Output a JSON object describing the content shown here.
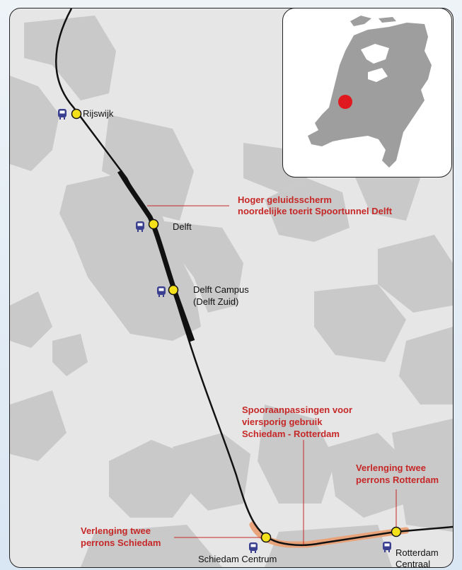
{
  "stations": [
    {
      "name": "Rijswijk"
    },
    {
      "name": "Delft"
    },
    {
      "name": "Delft Campus",
      "name2": "(Delft Zuid)"
    },
    {
      "name": "Schiedam Centrum"
    },
    {
      "name": "Rotterdam",
      "name2": "Centraal"
    }
  ],
  "annotations": [
    {
      "line1": "Hoger geluidsscherm",
      "line2": "noordelijke toerit Spoortunnel Delft"
    },
    {
      "line1": "Spooraanpassingen voor",
      "line2": "viersporig gebruik",
      "line3": "Schiedam - Rotterdam"
    },
    {
      "line1": "Verlenging twee",
      "line2": "perrons Rotterdam"
    },
    {
      "line1": "Verlenging twee",
      "line2": "perrons Schiedam"
    }
  ],
  "colors": {
    "track": "#111111",
    "station_marker": "#f5e11a",
    "annotation": "#c62828",
    "highlight": "#e8a37a",
    "urban_area": "#c9c9c9",
    "background": "#e6e6e6",
    "train_icon": "#3a3f8f",
    "location_dot": "#e0191e"
  },
  "icons": {
    "train": "train-icon",
    "inset": "netherlands-map"
  }
}
